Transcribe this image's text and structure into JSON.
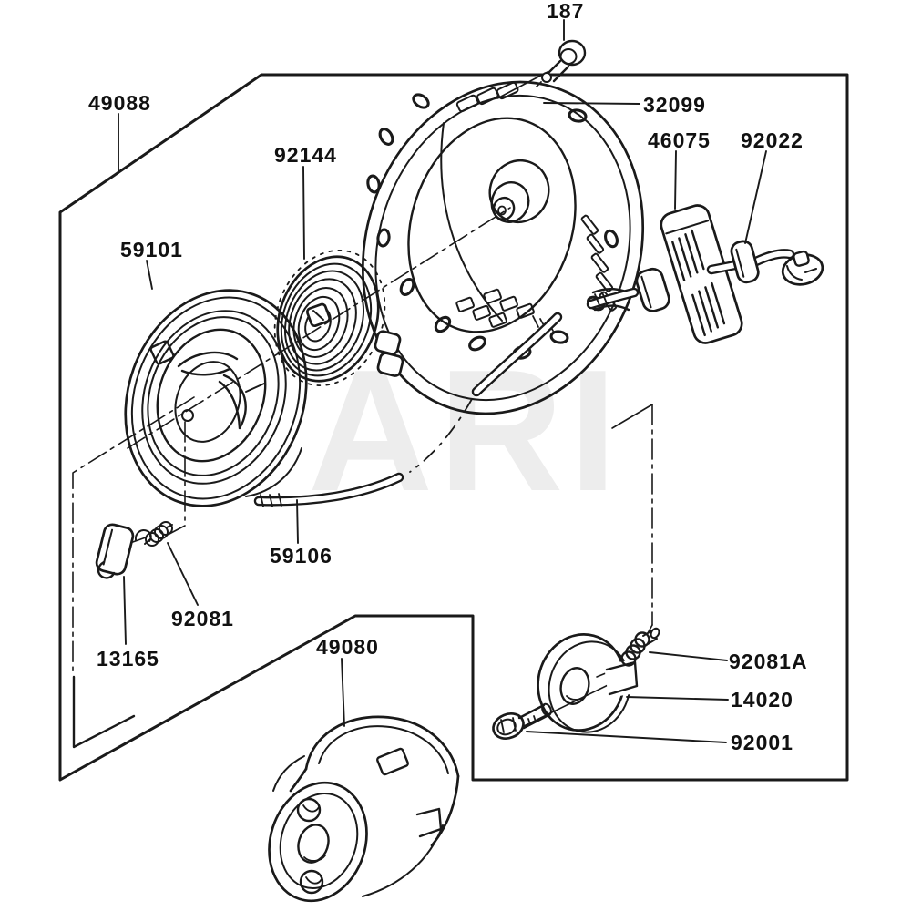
{
  "watermark": {
    "text": "ARI",
    "color": "#ededed"
  },
  "canvas": {
    "background": "#ffffff",
    "line_color": "#1a1a1a"
  },
  "parts": {
    "p187": "187",
    "p32099": "32099",
    "p46075": "46075",
    "p92022": "92022",
    "p49088": "49088",
    "p92144": "92144",
    "p59101": "59101",
    "p59106": "59106",
    "p92081": "92081",
    "p13165": "13165",
    "p49080": "49080",
    "p92081A": "92081A",
    "p14020": "14020",
    "p92001": "92001"
  }
}
